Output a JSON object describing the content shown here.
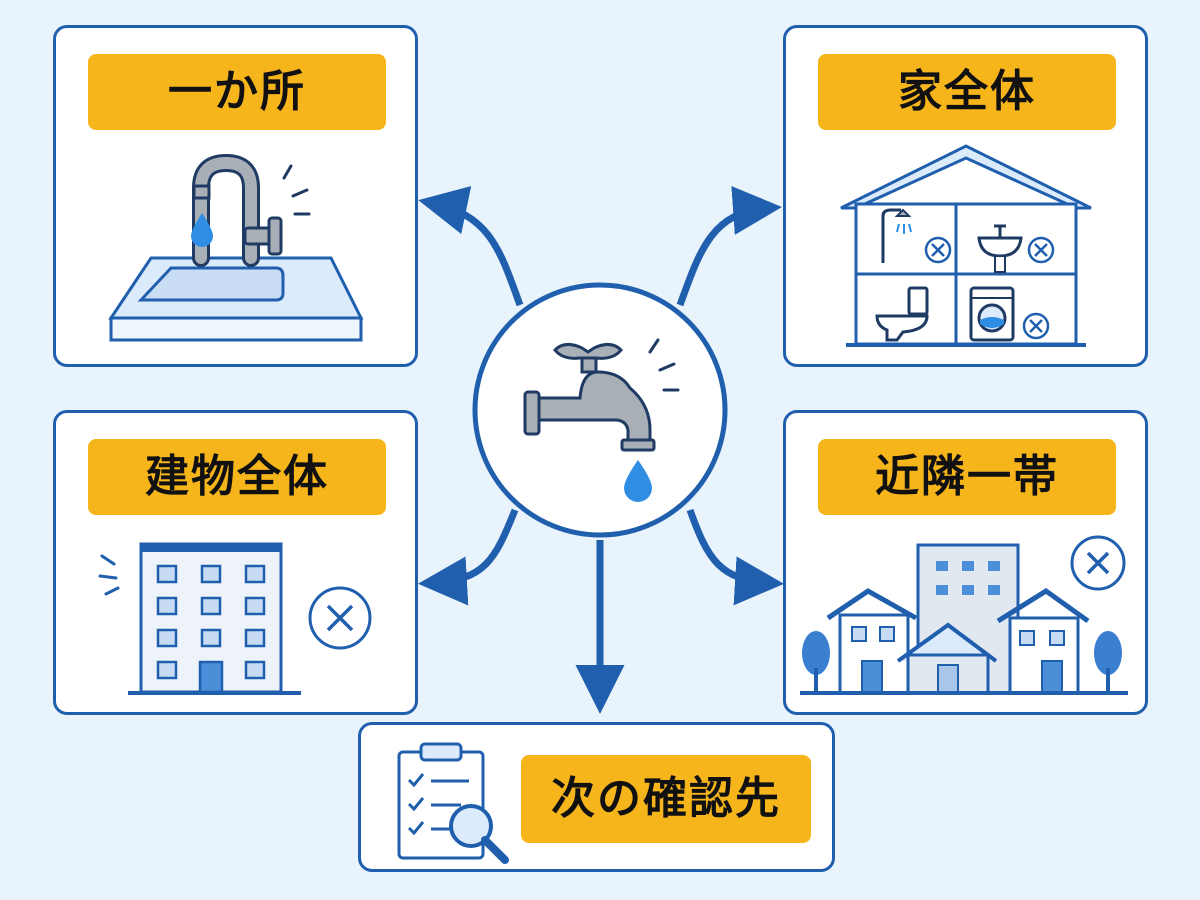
{
  "center": {
    "icon": "faucet-leak-icon"
  },
  "cards": {
    "one_place": {
      "label": "一か所",
      "icon": "kitchen-sink-faucet-icon"
    },
    "whole_house": {
      "label": "家全体",
      "icon": "house-cross-section-icon"
    },
    "whole_building": {
      "label": "建物全体",
      "icon": "apartment-building-icon"
    },
    "neighborhood": {
      "label": "近隣一帯",
      "icon": "neighborhood-houses-icon"
    },
    "next_check": {
      "label": "次の確認先",
      "icon": "clipboard-magnifier-icon"
    }
  },
  "colors": {
    "background": "#e8f3fb",
    "border": "#1f5fae",
    "label_bg": "#f7b51c",
    "water": "#2f8de4"
  }
}
